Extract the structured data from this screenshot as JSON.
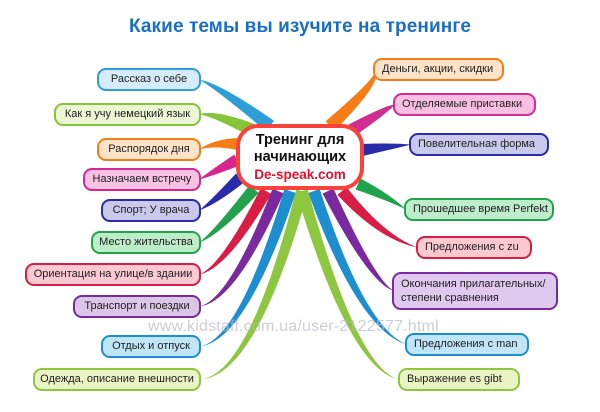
{
  "title": "Какие темы вы изучите на тренинге",
  "watermark": "www.kidstaff.com.ua/user-2122577.html",
  "hub": {
    "line1": "Тренинг для",
    "line2": "начинающих",
    "line3": "De-speak.com",
    "border_color": "#f9423a",
    "text_color": "#111111",
    "brand_color": "#e8112d"
  },
  "title_color": "#1a6fc4",
  "left_nodes": [
    {
      "label": "Рассказ о себе",
      "fill": "#d7ecfa",
      "border": "#2e9fd6",
      "branch": "#2e9fd6"
    },
    {
      "label": "Как я учу немецкий язык",
      "fill": "#eaf6d4",
      "border": "#86c53a",
      "branch": "#86c53a"
    },
    {
      "label": "Распорядок дня",
      "fill": "#fde4c9",
      "border": "#f57c17",
      "branch": "#f57c17"
    },
    {
      "label": "Назначаем встречу",
      "fill": "#f7c2e4",
      "border": "#d6268f",
      "branch": "#d6268f"
    },
    {
      "label": "Спорт; У врача",
      "fill": "#c9c9ec",
      "border": "#2a2ba8",
      "branch": "#2a2ba8"
    },
    {
      "label": "Место жительства",
      "fill": "#bdecc9",
      "border": "#24a14b",
      "branch": "#24a14b"
    },
    {
      "label": "Ориентация на улице/в здании",
      "fill": "#fbc9d2",
      "border": "#d91e46",
      "branch": "#d91e46"
    },
    {
      "label": "Транспорт и поездки",
      "fill": "#dcc6e8",
      "border": "#7a2a9e",
      "branch": "#7a2a9e"
    },
    {
      "label": "Отдых и отпуск",
      "fill": "#bfe5f7",
      "border": "#1d8fd1",
      "branch": "#1d8fd1"
    },
    {
      "label": "Одежда, описание внешности",
      "fill": "#eaf3c4",
      "border": "#8dc63f",
      "branch": "#8dc63f"
    }
  ],
  "right_nodes": [
    {
      "label": "Деньги, акции, скидки",
      "fill": "#fde4c9",
      "border": "#f57c17",
      "branch": "#f57c17"
    },
    {
      "label": "Отделяемые приставки",
      "fill": "#f9bfe2",
      "border": "#cf2d92",
      "branch": "#cf2d92"
    },
    {
      "label": "Повелительная форма",
      "fill": "#c9c9ec",
      "border": "#2a2ba8",
      "branch": "#2a2ba8"
    },
    {
      "label": "Прошедшее время Perfekt",
      "fill": "#bfeccd",
      "border": "#1fa34c",
      "branch": "#1fa34c"
    },
    {
      "label": "Предложения с zu",
      "fill": "#fbc9cf",
      "border": "#d91e46",
      "branch": "#d91e46"
    },
    {
      "label": "Окончания прилагательных/\nстепени сравнения",
      "fill": "#e0c9ee",
      "border": "#7a2a9e",
      "branch": "#7a2a9e"
    },
    {
      "label": "Предложения с man",
      "fill": "#bfe5f7",
      "border": "#1d8fd1",
      "branch": "#1d8fd1"
    },
    {
      "label": "Выражение es gibt",
      "fill": "#eaf3c4",
      "border": "#8dc63f",
      "branch": "#8dc63f"
    }
  ]
}
